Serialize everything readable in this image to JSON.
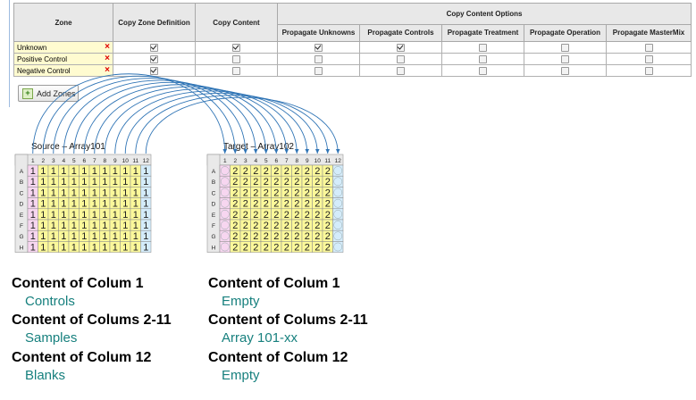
{
  "zone_table": {
    "headers": {
      "zone": "Zone",
      "copy_zone_definition": "Copy Zone Definition",
      "copy_content": "Copy Content",
      "group": "Copy Content Options",
      "options": [
        "Propagate Unknowns",
        "Propagate Controls",
        "Propagate Treatment",
        "Propagate Operation",
        "Propagate MasterMix"
      ]
    },
    "rows": [
      {
        "zone": "Unknown",
        "checks": [
          true,
          true,
          true,
          true,
          false,
          false,
          false
        ]
      },
      {
        "zone": "Positive Control",
        "checks": [
          true,
          false,
          false,
          false,
          false,
          false,
          false
        ]
      },
      {
        "zone": "Negative Control",
        "checks": [
          true,
          false,
          false,
          false,
          false,
          false,
          false
        ]
      }
    ],
    "remove_glyph": "×"
  },
  "add_zones_label": "Add Zones",
  "plates": {
    "source": {
      "title": "Source – Array101",
      "columns": [
        "1",
        "2",
        "3",
        "4",
        "5",
        "6",
        "7",
        "8",
        "9",
        "10",
        "11",
        "12"
      ],
      "rows": [
        "A",
        "B",
        "C",
        "D",
        "E",
        "F",
        "G",
        "H"
      ],
      "cell_value": "1"
    },
    "target": {
      "title": "Target – Array102",
      "columns": [
        "1",
        "2",
        "3",
        "4",
        "5",
        "6",
        "7",
        "8",
        "9",
        "10",
        "11",
        "12"
      ],
      "rows": [
        "A",
        "B",
        "C",
        "D",
        "E",
        "F",
        "G",
        "H"
      ],
      "cell_value": "2"
    },
    "colors": {
      "control": "#f7d6f0",
      "sample": "#fbf89a",
      "blank": "#d4ecfb",
      "header": "#e9e9e9",
      "arrow": "#2f74b5"
    }
  },
  "captions": {
    "left": [
      {
        "heading": "Content of Colum 1",
        "value": "Controls"
      },
      {
        "heading": "Content of Colums 2-11",
        "value": "Samples"
      },
      {
        "heading": "Content of Colum 12",
        "value": "Blanks"
      }
    ],
    "right": [
      {
        "heading": "Content of Colum 1",
        "value": "Empty"
      },
      {
        "heading": "Content of Colums 2-11",
        "value": "Array 101-xx"
      },
      {
        "heading": "Content of Colum 12",
        "value": "Empty"
      }
    ]
  }
}
